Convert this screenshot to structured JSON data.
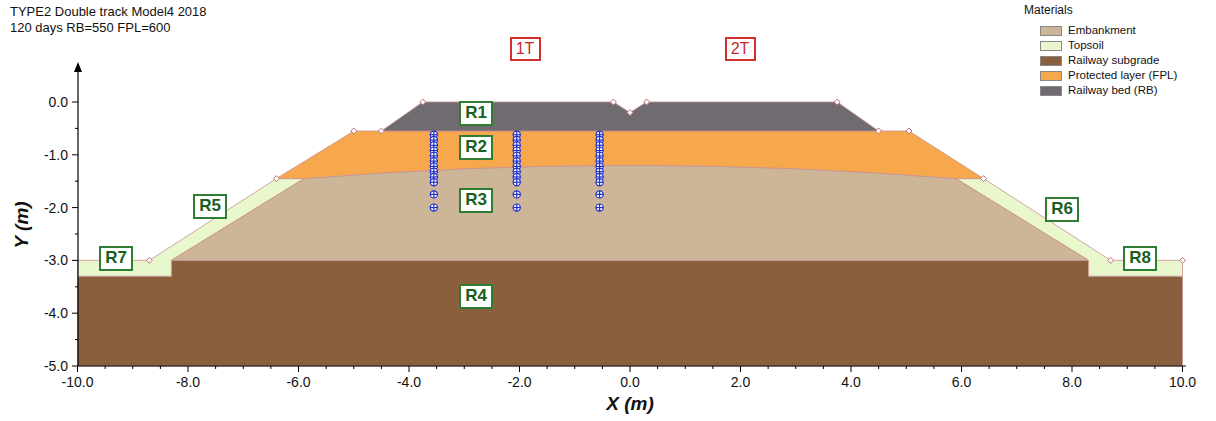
{
  "diagram": {
    "title": "TYPE2 Double track Model4 2018",
    "nodes": [
      {
        "text": [
          "1T"
        ]
      },
      {
        "text": [
          "2T"
        ]
      },
      {
        "text": [
          "R1"
        ]
      },
      {
        "text": [
          "R2"
        ]
      },
      {
        "text": [
          "R3"
        ]
      },
      {
        "text": [
          "R5"
        ]
      },
      {
        "text": [
          "R6"
        ]
      },
      {
        "text": [
          "R7"
        ]
      },
      {
        "text": [
          "R8"
        ]
      },
      {
        "text": [
          "R4"
        ]
      }
    ],
    "labels": [
      "120 days RB=550 FPL=600",
      "Materials",
      "0.0",
      "-1.0",
      "-2.0",
      "-3.0",
      "-4.0",
      "-5.0",
      "-10.0",
      "-8.0",
      "-6.0",
      "-4.0",
      "-2.0",
      "0.0",
      "2.0",
      "4.0",
      "6.0",
      "8.0",
      "10.0",
      "Y (m)",
      "X (m)"
    ],
    "legend": [
      {
        "text": "Embankment",
        "color": "#cdb597"
      },
      {
        "text": "Topsoil",
        "color": "#e8f7cc"
      },
      {
        "text": "Railway subgrade",
        "color": "#8a5f3d"
      },
      {
        "text": "Protected layer (FPL)",
        "color": "#f7a84c"
      },
      {
        "text": "Railway bed (RB)",
        "color": "#6f6b70"
      }
    ]
  }
}
